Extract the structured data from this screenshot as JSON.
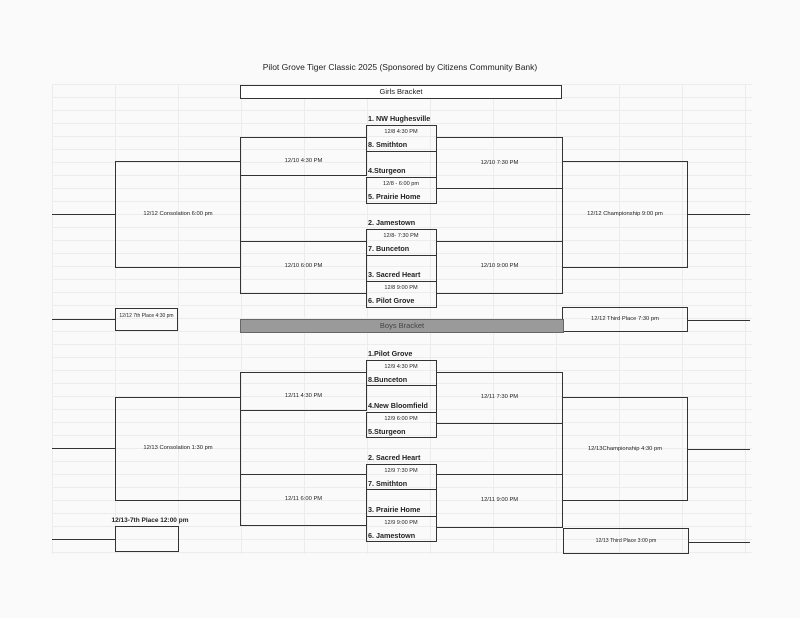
{
  "title": "Pilot Grove Tiger Classic 2025 (Sponsored by Citizens Community Bank)",
  "girls": {
    "header": "Girls Bracket",
    "teams": [
      "1. NW Hughesville",
      "8. Smithton",
      "4.Sturgeon",
      "5. Prairie Home",
      "2. Jamestown",
      "7. Bunceton",
      "3. Sacred Heart",
      "6. Pilot Grove"
    ],
    "first_round_times": [
      "12/8 4:30 PM",
      "12/8 - 6:00 pm",
      "12/8- 7:30 PM",
      "12/8 9:00 PM"
    ],
    "left_top": "12/10 4:30 PM",
    "left_bottom": "12/10 6:00 PM",
    "right_top": "12/10 7:30 PM",
    "right_bottom": "12/10 9:00 PM",
    "consolation": "12/12 Consolation 6:00 pm",
    "championship": "12/12 Championship 9:00 pm",
    "seventh": "12/12 7th Place 4:30 pm",
    "third": "12/12 Third Place 7:30 pm"
  },
  "boys": {
    "header": "Boys Bracket",
    "teams": [
      "1.Pilot Grove",
      "8.Bunceton",
      "4.New Bloomfield",
      "5.Sturgeon",
      "2. Sacred Heart",
      "7. Smithton",
      "3. Prairie Home",
      "6. Jamestown"
    ],
    "first_round_times": [
      "12/9 4:30 PM",
      "12/9 6:00 PM",
      "12/9 7:30 PM",
      "12/9 9:00 PM"
    ],
    "left_top": "12/11 4:30 PM",
    "left_bottom": "12/11 6:00 PM",
    "right_top": "12/11 7:30 PM",
    "right_bottom": "12/11 9:00 PM",
    "consolation": "12/13 Consolation 1:30 pm",
    "championship": "12/13Championship 4:30 pm",
    "seventh": "12/13-7th Place 12:00 pm",
    "third": "12/13  Third Place 3:00 pm"
  }
}
